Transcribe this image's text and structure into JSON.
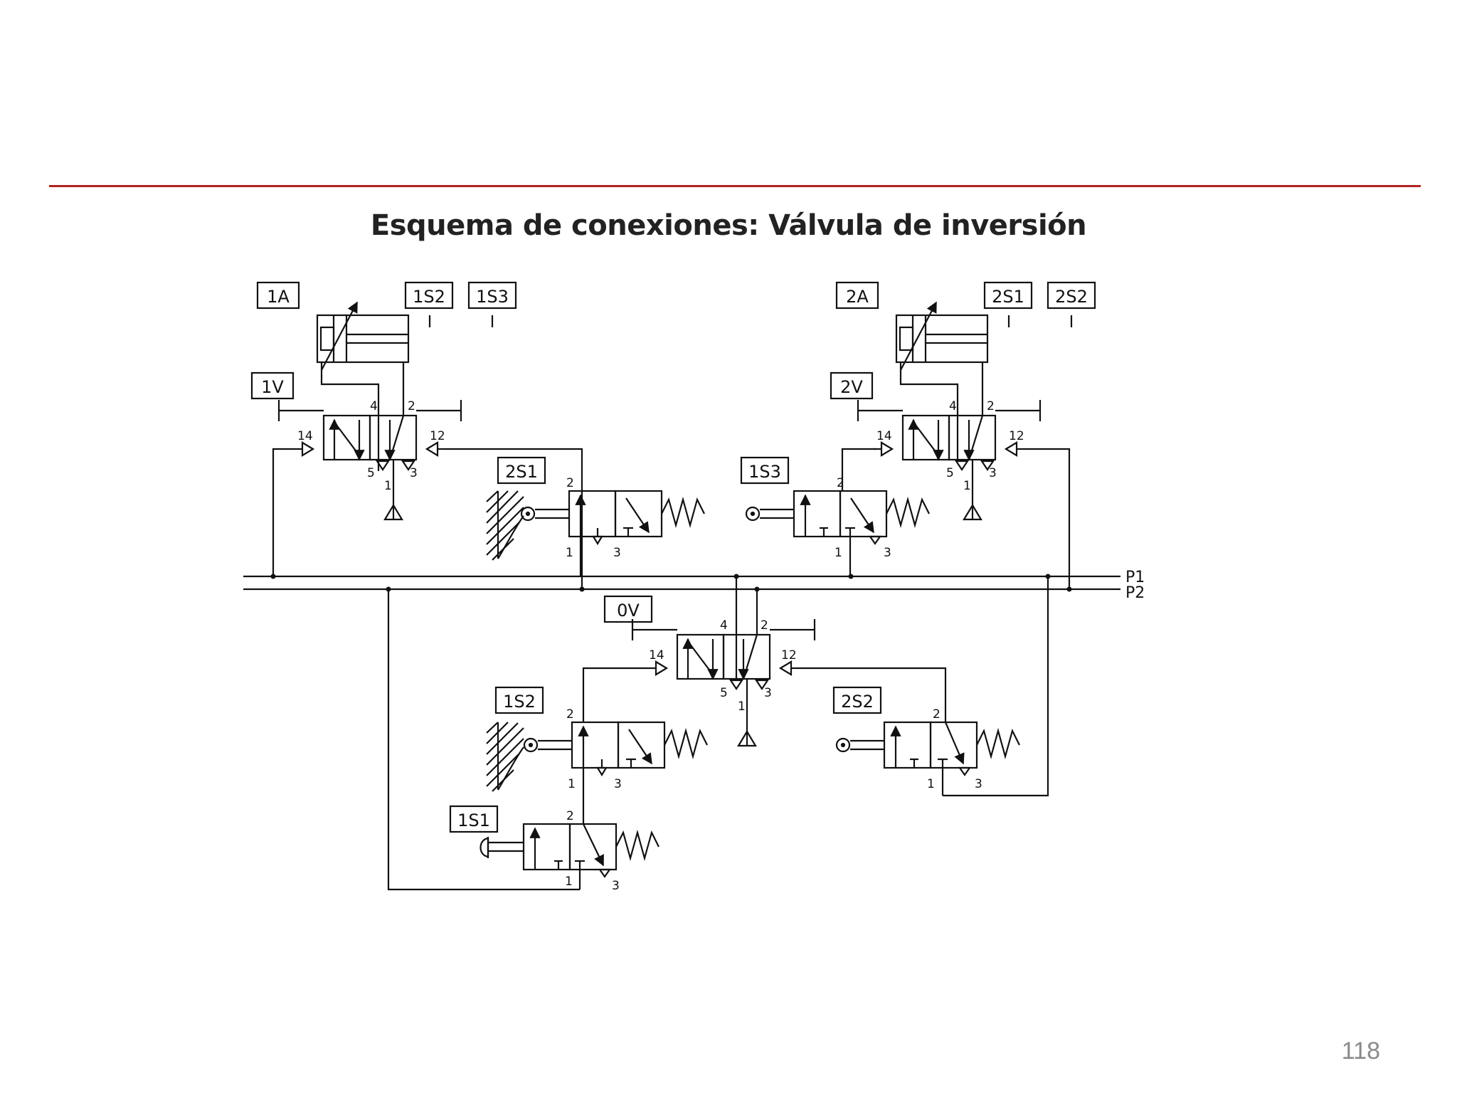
{
  "slide": {
    "title": "Esquema de conexiones: Válvula de inversión",
    "page_number": "118",
    "accent_color": "#b22222"
  },
  "components": {
    "cyl1": "1A",
    "cyl2": "2A",
    "valve1": "1V",
    "valve2": "2V",
    "valve0": "0V",
    "s1s1": "1S1",
    "s1s2": "1S2",
    "s1s3": "1S3",
    "s2s1": "2S1",
    "s2s2": "2S2"
  },
  "ports": {
    "p1": "1",
    "p2": "2",
    "p3": "3",
    "p4": "4",
    "p5": "5",
    "p12": "12",
    "p14": "14"
  },
  "lines": {
    "p1": "P1",
    "p2": "P2"
  }
}
